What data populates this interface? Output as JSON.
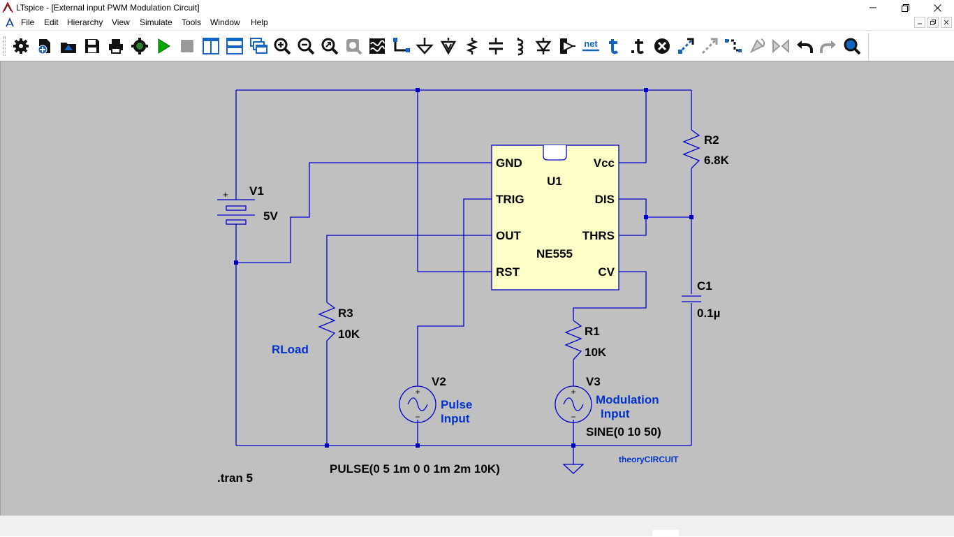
{
  "window": {
    "title": "LTspice - [External input PWM Modulation Circuit]",
    "controls": {
      "minimize": "minimize-icon",
      "maximize": "maximize-icon",
      "close": "close-icon"
    }
  },
  "menu": [
    "File",
    "Edit",
    "Hierarchy",
    "View",
    "Simulate",
    "Tools",
    "Window",
    "Help"
  ],
  "toolbar": {
    "buttons": [
      "settings-gear-icon",
      "new-schematic-icon",
      "open-file-icon",
      "save-icon",
      "print-icon",
      "control-panel-icon",
      "run-icon",
      "halt-icon",
      "tile-vertical-icon",
      "tile-horizontal-icon",
      "cascade-windows-icon",
      "zoom-in-icon",
      "zoom-out-icon",
      "zoom-full-icon",
      "zoom-back-icon",
      "autorange-waveform-icon",
      "draw-wire-icon",
      "ground-icon",
      "label-net-icon",
      "resistor-icon",
      "capacitor-icon",
      "inductor-icon",
      "diode-icon",
      "component-icon",
      "net-label-icon",
      "text-t-icon",
      "spice-directive-icon",
      "delete-icon",
      "duplicate-icon",
      "move-icon",
      "drag-icon",
      "rotate-icon",
      "mirror-icon",
      "undo-icon",
      "redo-icon",
      "find-icon"
    ],
    "net_text": "net"
  },
  "schematic": {
    "colors": {
      "wire": "#0000cc",
      "ic_fill": "#ffffc8",
      "text": "#000000",
      "label_blue": "#0033cc",
      "background": "#c0c0c0"
    },
    "ic": {
      "ref": "U1",
      "part": "NE555",
      "pins_left": [
        "GND",
        "TRIG",
        "OUT",
        "RST"
      ],
      "pins_right": [
        "Vcc",
        "DIS",
        "THRS",
        "CV"
      ]
    },
    "v1": {
      "name": "V1",
      "value": "5V",
      "plus": "+"
    },
    "r2": {
      "name": "R2",
      "value": "6.8K"
    },
    "c1": {
      "name": "C1",
      "value": "0.1µ"
    },
    "r3": {
      "name": "R3",
      "value": "10K",
      "label": "RLoad"
    },
    "r1": {
      "name": "R1",
      "value": "10K"
    },
    "v2": {
      "name": "V2",
      "label_line1": "Pulse",
      "label_line2": "Input",
      "value": "PULSE(0 5 1m 0 0 1m 2m 10K)"
    },
    "v3": {
      "name": "V3",
      "label_line1": "Modulation",
      "label_line2": "Input",
      "value": "SINE(0 10 50)"
    },
    "directive": ".tran 5",
    "credit": "theoryCIRCUIT",
    "source_plus": "+",
    "source_minus": "−"
  }
}
